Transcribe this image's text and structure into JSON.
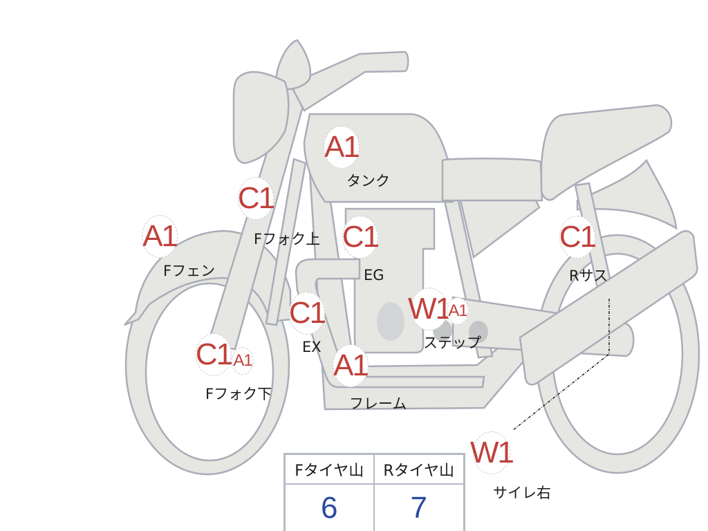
{
  "diagram": {
    "subject": "motorcycle side view damage inspection chart",
    "colors": {
      "grade_text": "#c0403b",
      "part_fill": "#e6e6e2",
      "part_outline": "#a9adb8",
      "label_text": "#1a1a1a",
      "tread_value": "#2a4aa0"
    },
    "annotations": [
      {
        "id": "tank",
        "grades": [
          "A1"
        ],
        "label": "タンク"
      },
      {
        "id": "f-fork-upper",
        "grades": [
          "C1"
        ],
        "label": "Fフォク上"
      },
      {
        "id": "f-fender",
        "grades": [
          "A1"
        ],
        "label": "Fフェン"
      },
      {
        "id": "engine",
        "grades": [
          "C1"
        ],
        "label": "EG"
      },
      {
        "id": "exhaust",
        "grades": [
          "C1"
        ],
        "label": "EX"
      },
      {
        "id": "step",
        "grades": [
          "W1",
          "A1"
        ],
        "label": "ステップ"
      },
      {
        "id": "f-fork-lower",
        "grades": [
          "C1",
          "A1"
        ],
        "label": "Fフォク下"
      },
      {
        "id": "frame",
        "grades": [
          "A1"
        ],
        "label": "フレーム"
      },
      {
        "id": "r-suspension",
        "grades": [
          "C1"
        ],
        "label": "Rサス"
      },
      {
        "id": "muffler-right",
        "grades": [
          "W1"
        ],
        "label": "サイレ右"
      }
    ]
  },
  "tread_table": {
    "headers": [
      "Fタイヤ山",
      "Rタイヤ山"
    ],
    "values": [
      "6",
      "7"
    ]
  }
}
